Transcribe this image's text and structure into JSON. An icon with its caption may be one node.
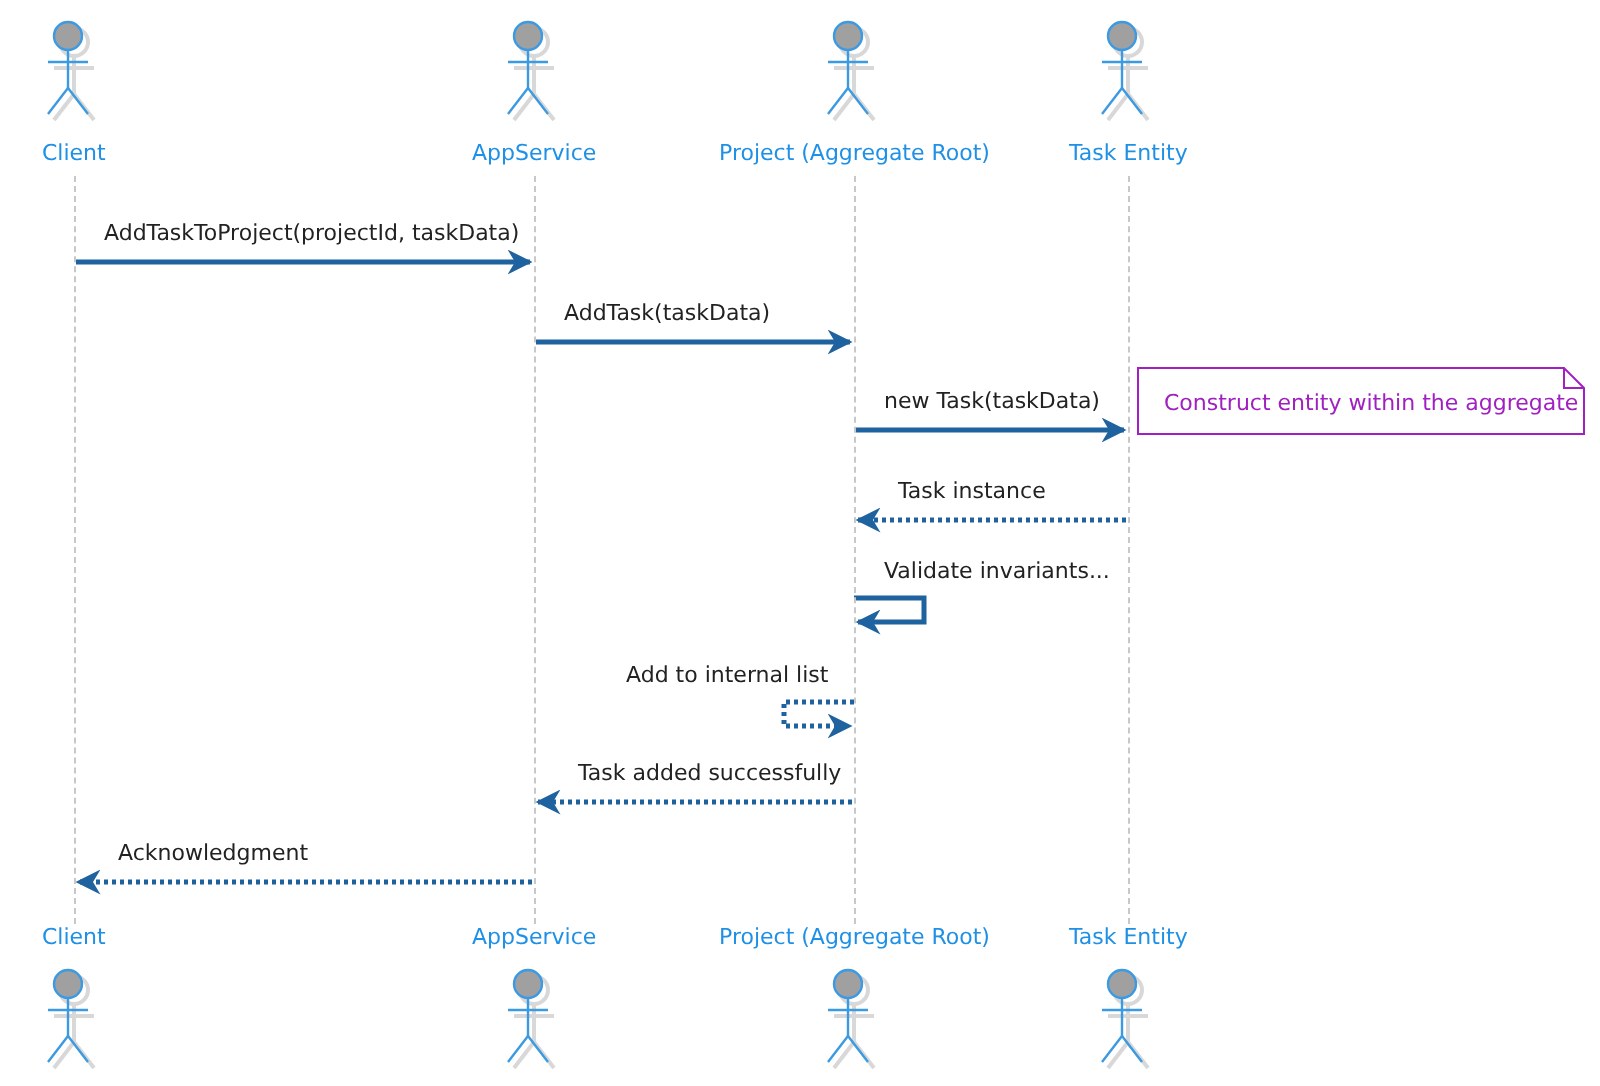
{
  "diagram": {
    "nodes": [
      {
        "text": [
          "Client"
        ]
      },
      {
        "text": [
          "AppService"
        ]
      },
      {
        "text": [
          "Project (Aggregate Root)"
        ]
      },
      {
        "text": [
          "Task Entity"
        ]
      },
      {
        "text": [],
        "shape": "line"
      },
      {
        "text": [],
        "shape": "line"
      },
      {
        "text": [],
        "shape": "line"
      },
      {
        "text": [],
        "shape": "line"
      },
      {
        "text": [
          "Client"
        ]
      },
      {
        "text": [
          "AppService"
        ]
      },
      {
        "text": [
          "Project (Aggregate Root)"
        ]
      },
      {
        "text": [
          "Task Entity"
        ]
      },
      {
        "text": [
          "Construct entity within the aggregate"
        ]
      }
    ],
    "edges": [
      {
        "from": 4,
        "to": 5,
        "arrow": "to",
        "label": "AddTaskToProject(projectId, taskData)"
      },
      {
        "from": 5,
        "to": 6,
        "arrow": "to",
        "label": "AddTask(taskData)"
      },
      {
        "from": 6,
        "to": 7,
        "arrow": "to",
        "label": "new Task(taskData)"
      },
      {
        "from": 7,
        "to": 6,
        "arrow": "to",
        "label": "Task instance",
        "style": "dashed"
      },
      {
        "from": 6,
        "to": 6,
        "arrow": "to",
        "label": "Validate invariants..."
      },
      {
        "from": 6,
        "to": 6,
        "arrow": "to",
        "label": "Add to internal list",
        "style": "dashed"
      },
      {
        "from": 6,
        "to": 5,
        "arrow": "to",
        "label": "Task added successfully",
        "style": "dashed"
      },
      {
        "from": 5,
        "to": 4,
        "arrow": "to",
        "label": "Acknowledgment",
        "style": "dashed"
      }
    ]
  }
}
